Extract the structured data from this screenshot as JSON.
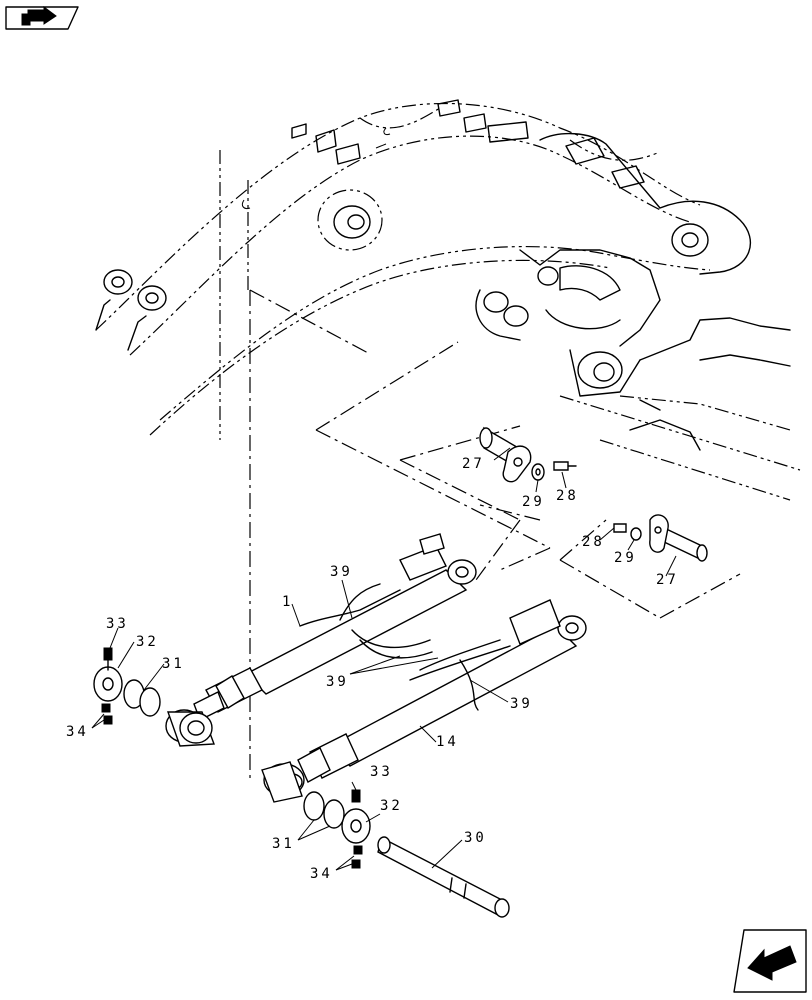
{
  "icons": {
    "top_left": "book-arrow-icon",
    "bottom_right": "next-page-arrow-icon"
  },
  "callouts": {
    "c1": "1",
    "c14": "14",
    "c27a": "27",
    "c27b": "27",
    "c28a": "28",
    "c28b": "28",
    "c29a": "29",
    "c29b": "29",
    "c30": "30",
    "c31a": "31",
    "c31b": "31",
    "c32a": "32",
    "c32b": "32",
    "c33a": "33",
    "c33b": "33",
    "c34a": "34",
    "c34b": "34",
    "c39a": "39",
    "c39b": "39",
    "c39c": "39"
  }
}
